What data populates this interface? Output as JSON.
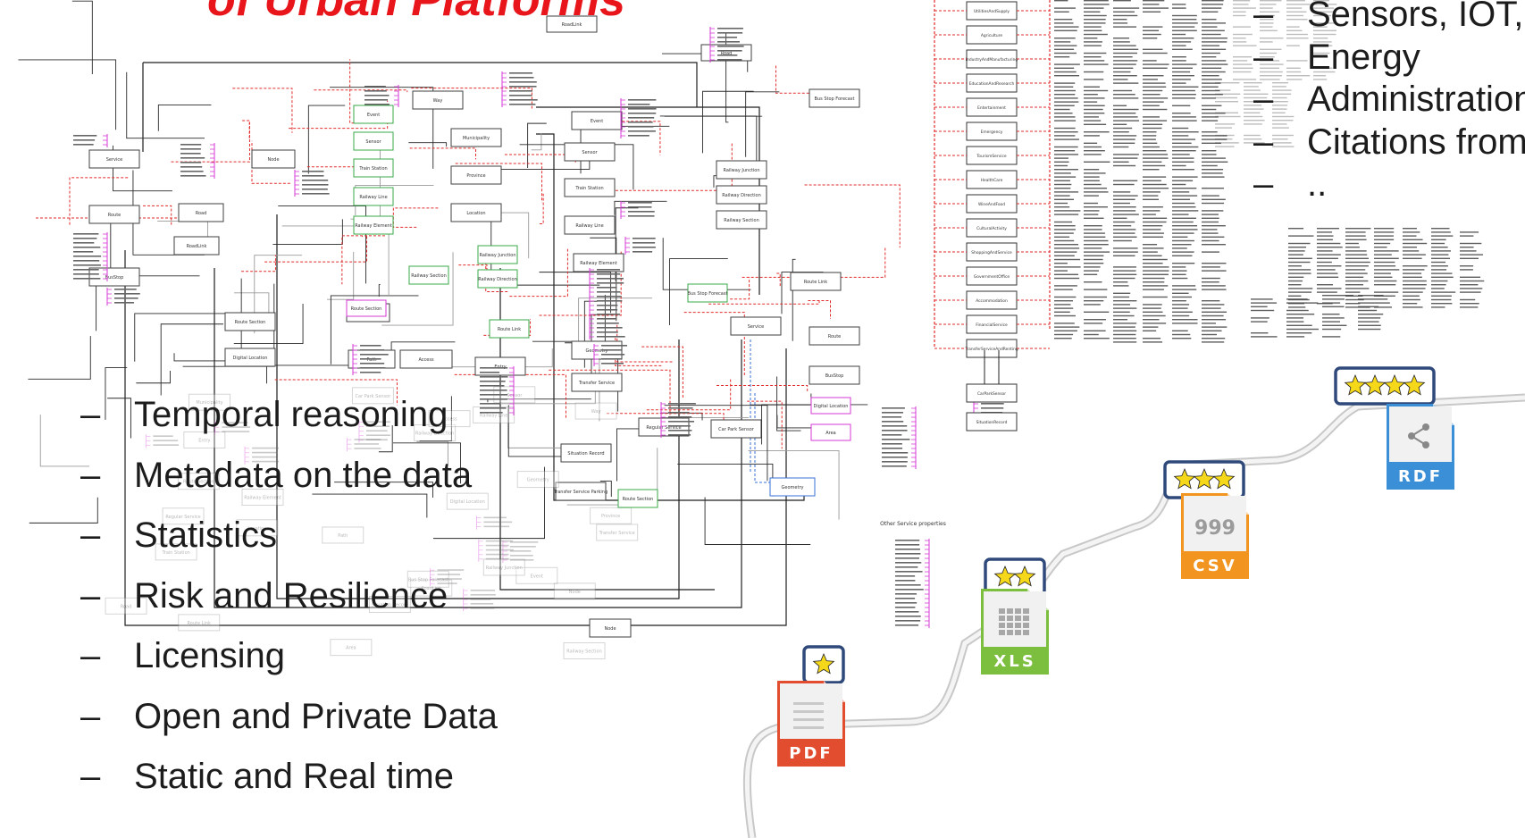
{
  "slide": {
    "title": "of Urban Platforms",
    "left_bullets": [
      "Temporal reasoning",
      "Metadata on the data",
      "Statistics",
      "Risk  and Resilience",
      "Licensing",
      "Open and Private Data",
      "Static and Real time"
    ],
    "right_bullets": [
      "Sensors, IOT, ..",
      "Energy",
      "Administration",
      "Citations from",
      ".."
    ],
    "bullet_dash": "–"
  },
  "ontology_diagram": {
    "caption": "Other Service properties",
    "node_labels": [
      "Service",
      "Route",
      "BusStop",
      "RoadLink",
      "Road",
      "Node",
      "Way",
      "Municipality",
      "Province",
      "Location",
      "Event",
      "Sensor",
      "Train Station",
      "Railway Line",
      "Railway Element",
      "Railway Junction",
      "Railway Direction",
      "Railway Section",
      "Bus Stop Forecast",
      "Route Link",
      "Route Section",
      "Digital Location",
      "Area",
      "Path",
      "Access",
      "Entry",
      "Geometry",
      "Transfer Service",
      "Regular Service",
      "Car Park Sensor",
      "Situation Record",
      "Transfer Service Parking"
    ],
    "service_column": [
      "UtilitiesAndSupply",
      "Agriculture",
      "IndustryAndManufacturing",
      "EducationAndResearch",
      "Entertainment",
      "Emergency",
      "TourismService",
      "HealthCare",
      "WineAndFood",
      "CulturalActivity",
      "ShoppingAndService",
      "GovernmentOffice",
      "Accommodation",
      "FinancialService",
      "TransferServiceAndRenting",
      "CarParkSensor",
      "SituationRecord"
    ]
  },
  "open_data_stairs": {
    "steps": [
      {
        "format": "PDF",
        "stars": 1,
        "color": "#e14d2e"
      },
      {
        "format": "XLS",
        "stars": 2,
        "color": "#7cbf3e"
      },
      {
        "format": "CSV",
        "stars": 3,
        "color": "#f29420"
      },
      {
        "format": "RDF",
        "stars": 4,
        "color": "#3a8fd6"
      }
    ],
    "csv_glyph": "999",
    "badge_border": "#2f4a7a",
    "star_color": "#f5d81a"
  },
  "colors": {
    "title": "#e8151b",
    "relation_dashed": "#e22b2b",
    "class_node_border": "#3f3f3f",
    "green_nodes": "#3aa84a",
    "magenta_props": "#d63ad6",
    "blue_links": "#3a6fd6"
  }
}
